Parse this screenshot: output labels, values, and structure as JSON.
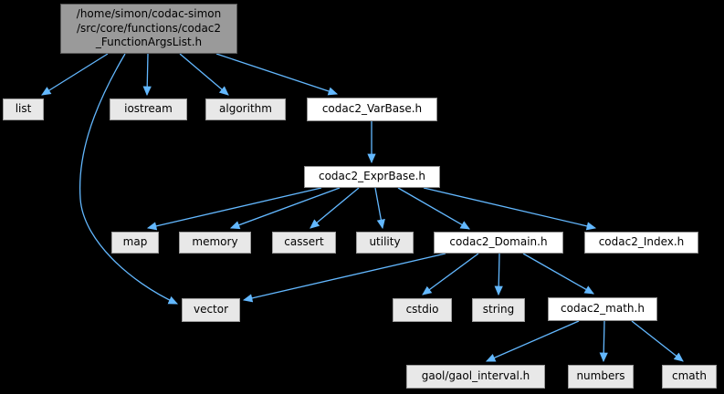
{
  "graph": {
    "type": "include-dependency-graph",
    "colors": {
      "background": "#000000",
      "edge": "#63b8ff",
      "node_fill_system": "#e8e8e8",
      "node_fill_header": "#ffffff",
      "node_fill_current": "#9a9a9a"
    },
    "nodes": {
      "main": {
        "label": "/home/simon/codac-simon\n/src/core/functions/codac2\n_FunctionArgsList.h",
        "type": "current-file"
      },
      "list": {
        "label": "list",
        "type": "system-include"
      },
      "iostream": {
        "label": "iostream",
        "type": "system-include"
      },
      "algorithm": {
        "label": "algorithm",
        "type": "system-include"
      },
      "varbase": {
        "label": "codac2_VarBase.h",
        "type": "linked-header"
      },
      "exprbase": {
        "label": "codac2_ExprBase.h",
        "type": "linked-header"
      },
      "map": {
        "label": "map",
        "type": "system-include"
      },
      "memory": {
        "label": "memory",
        "type": "system-include"
      },
      "cassert": {
        "label": "cassert",
        "type": "system-include"
      },
      "utility": {
        "label": "utility",
        "type": "system-include"
      },
      "domain": {
        "label": "codac2_Domain.h",
        "type": "linked-header"
      },
      "index": {
        "label": "codac2_Index.h",
        "type": "linked-header"
      },
      "vector": {
        "label": "vector",
        "type": "system-include"
      },
      "cstdio": {
        "label": "cstdio",
        "type": "system-include"
      },
      "string": {
        "label": "string",
        "type": "system-include"
      },
      "math": {
        "label": "codac2_math.h",
        "type": "linked-header"
      },
      "gaol": {
        "label": "gaol/gaol_interval.h",
        "type": "system-include"
      },
      "numbers": {
        "label": "numbers",
        "type": "system-include"
      },
      "cmath": {
        "label": "cmath",
        "type": "system-include"
      }
    },
    "edges": [
      {
        "from": "main",
        "to": "list"
      },
      {
        "from": "main",
        "to": "iostream"
      },
      {
        "from": "main",
        "to": "algorithm"
      },
      {
        "from": "main",
        "to": "varbase"
      },
      {
        "from": "main",
        "to": "vector"
      },
      {
        "from": "varbase",
        "to": "exprbase"
      },
      {
        "from": "exprbase",
        "to": "map"
      },
      {
        "from": "exprbase",
        "to": "memory"
      },
      {
        "from": "exprbase",
        "to": "cassert"
      },
      {
        "from": "exprbase",
        "to": "utility"
      },
      {
        "from": "exprbase",
        "to": "domain"
      },
      {
        "from": "exprbase",
        "to": "index"
      },
      {
        "from": "domain",
        "to": "vector"
      },
      {
        "from": "domain",
        "to": "cstdio"
      },
      {
        "from": "domain",
        "to": "string"
      },
      {
        "from": "domain",
        "to": "math"
      },
      {
        "from": "math",
        "to": "gaol"
      },
      {
        "from": "math",
        "to": "numbers"
      },
      {
        "from": "math",
        "to": "cmath"
      }
    ]
  }
}
